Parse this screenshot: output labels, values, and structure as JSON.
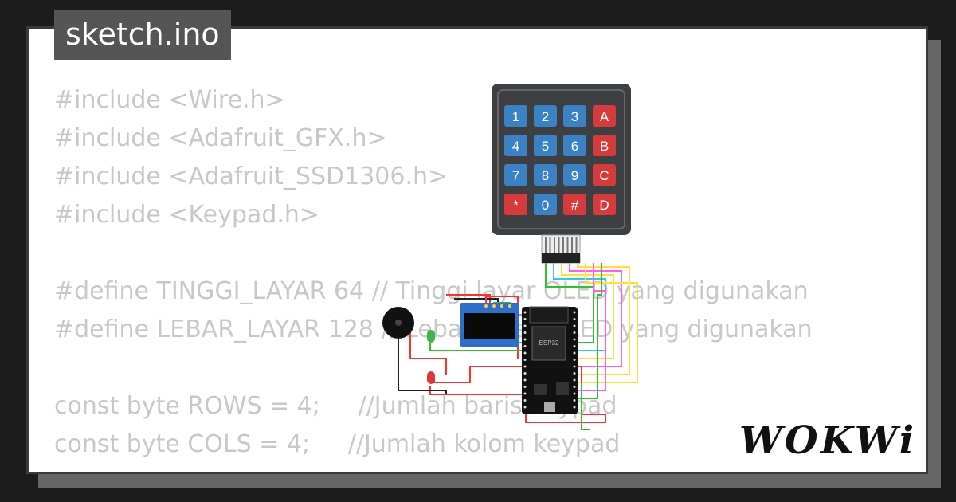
{
  "header": {
    "title": "sketch.ino"
  },
  "code": {
    "lines": [
      "#include <Wire.h>",
      "#include <Adafruit_GFX.h>",
      "#include <Adafruit_SSD1306.h>",
      "#include <Keypad.h>",
      "",
      "#define TINGGI_LAYAR 64 // Tinggi layar OLED yang digunakan",
      "#define LEBAR_LAYAR 128 // Lebar layar OLED yang digunakan",
      "",
      "const byte ROWS = 4;     //Jumlah baris keypad",
      "const byte COLS = 4;     //Jumlah kolom keypad"
    ]
  },
  "keypad": {
    "keys": [
      "1",
      "2",
      "3",
      "A",
      "4",
      "5",
      "6",
      "B",
      "7",
      "8",
      "9",
      "C",
      "*",
      "0",
      "#",
      "D"
    ],
    "colors": {
      "blue": "#3b82c4",
      "red": "#d63b3b"
    }
  },
  "board": {
    "label": "ESP32"
  },
  "brand": {
    "logo": "WOKWi"
  }
}
